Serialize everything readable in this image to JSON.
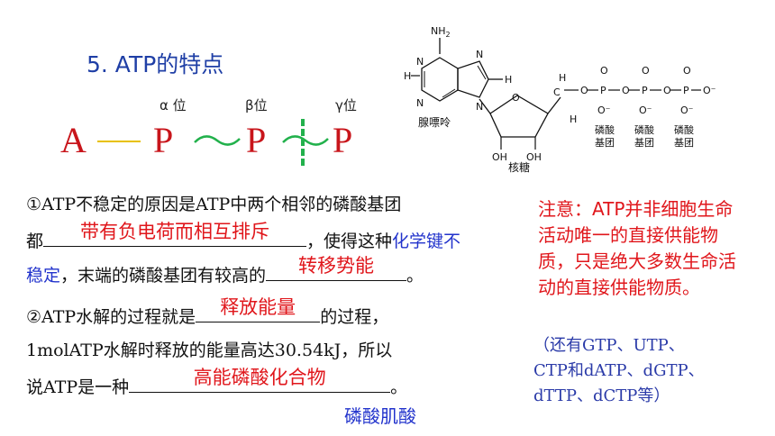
{
  "title": "5. ATP的特点",
  "formula": {
    "A": "A",
    "P1": "P",
    "P2": "P",
    "P3": "P",
    "alpha": "α 位",
    "beta": "β位",
    "gamma": "γ位"
  },
  "structure": {
    "nh2": "NH",
    "nh2_sub": "2",
    "adenine": "腺嘌呤",
    "ribose": "核糖",
    "phosphate1": "磷酸",
    "phosphate2": "磷酸",
    "phosphate3": "磷酸",
    "group1": "基团",
    "group2": "基团",
    "group3": "基团",
    "atom_n": "N",
    "atom_c": "C",
    "atom_h": "H",
    "atom_o": "O",
    "atom_p": "P",
    "atom_oh": "OH",
    "atom_o_minus": "O⁻"
  },
  "body": {
    "l1": "①ATP不稳定的原因是ATP中两个相邻的磷酸基团",
    "l2_pre": "都",
    "l2_fill": "带有负电荷而相互排斥",
    "l2_post": "，使得这种",
    "l2_blue": "化学键不",
    "l3_blue": "稳定",
    "l3_mid": "，末端的磷酸基团有较高的",
    "l3_fill": "转移势能",
    "l3_post": "。",
    "l4_pre": "②ATP水解的过程就是",
    "l4_fill": "释放能量",
    "l4_post": "的过程，",
    "l5": "1molATP水解时释放的能量高达30.54kJ，所以",
    "l6_pre": "说ATP是一种",
    "l6_fill": "高能磷酸化合物",
    "l6_post": "。"
  },
  "note": {
    "main": "注意：ATP并非细胞生命活动唯一的直接供能物质，只是绝大多数生命活动的直接供能物质。",
    "others_1": "（还有GTP、UTP、",
    "others_2": "CTP和dATP、dGTP、",
    "others_3": "dTTP、dCTP等）"
  },
  "creatine_phosphate": "磷酸肌酸"
}
